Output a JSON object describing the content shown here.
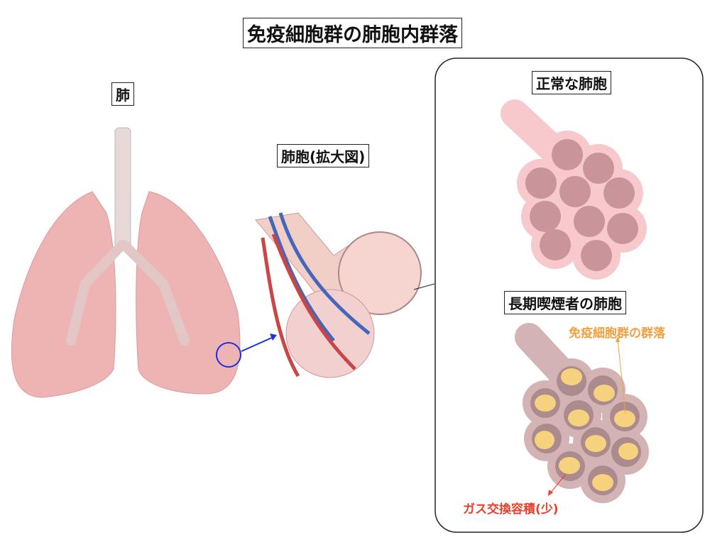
{
  "title": "免疫細胞群の肺胞内群落",
  "lung_label": "肺",
  "alveoli_label": "肺胞(拡大図)",
  "normal_label": "正常な肺胞",
  "smoker_label": "長期喫煙者の肺胞",
  "annotations": {
    "colony": "免疫細胞群の群落",
    "gas_exchange": "ガス交換容積(少)"
  },
  "colors": {
    "colony": "#f0a040",
    "gas": "#e8402a",
    "lung": "#eeb4b4",
    "alveolus": "#f7c9cc",
    "smoker": "#d4b3b5",
    "cell": "#f6d27e",
    "pointer": "#1a2ee8"
  }
}
